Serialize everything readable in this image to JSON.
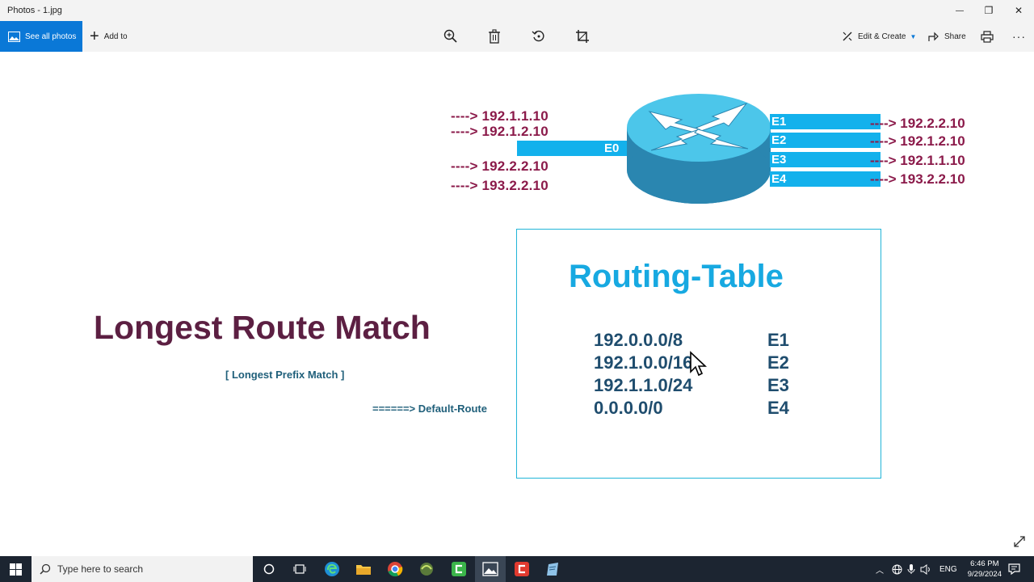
{
  "window": {
    "title": "Photos - 1.jpg",
    "minimize_glyph": "—",
    "restore_glyph": "❐",
    "close_glyph": "✕"
  },
  "toolbar": {
    "see_all_photos": "See all photos",
    "add_to": "Add to",
    "edit_create": "Edit & Create",
    "share": "Share",
    "more": "···"
  },
  "diagram": {
    "incoming": [
      "----> 192.1.1.10",
      "----> 192.1.2.10",
      "----> 192.2.2.10",
      "----> 193.2.2.10"
    ],
    "interfaces": [
      "E0",
      "E1",
      "E2",
      "E3",
      "E4"
    ],
    "outgoing": [
      "----> 192.2.2.10",
      "----> 192.1.2.10",
      "----> 192.1.1.10",
      "----> 193.2.2.10"
    ],
    "headline": "Longest Route Match",
    "subhead": "[ Longest Prefix Match ]",
    "default_route": "======> Default-Route",
    "routing_table": {
      "title": "Routing-Table",
      "rows": [
        {
          "network": "192.0.0.0/8",
          "interface": "E1"
        },
        {
          "network": "192.1.0.0/16",
          "interface": "E2"
        },
        {
          "network": "192.1.1.0/24",
          "interface": "E3"
        },
        {
          "network": "0.0.0.0/0",
          "interface": "E4"
        }
      ]
    }
  },
  "taskbar": {
    "search_placeholder": "Type here to search",
    "language": "ENG",
    "time": "6:46 PM",
    "date": "9/29/2024"
  },
  "colors": {
    "accent": "#0a78d7",
    "maroon": "#8b1a4a",
    "cyan": "#13b1ec",
    "router_top": "#4cc6ea",
    "router_side": "#2a86b0"
  }
}
